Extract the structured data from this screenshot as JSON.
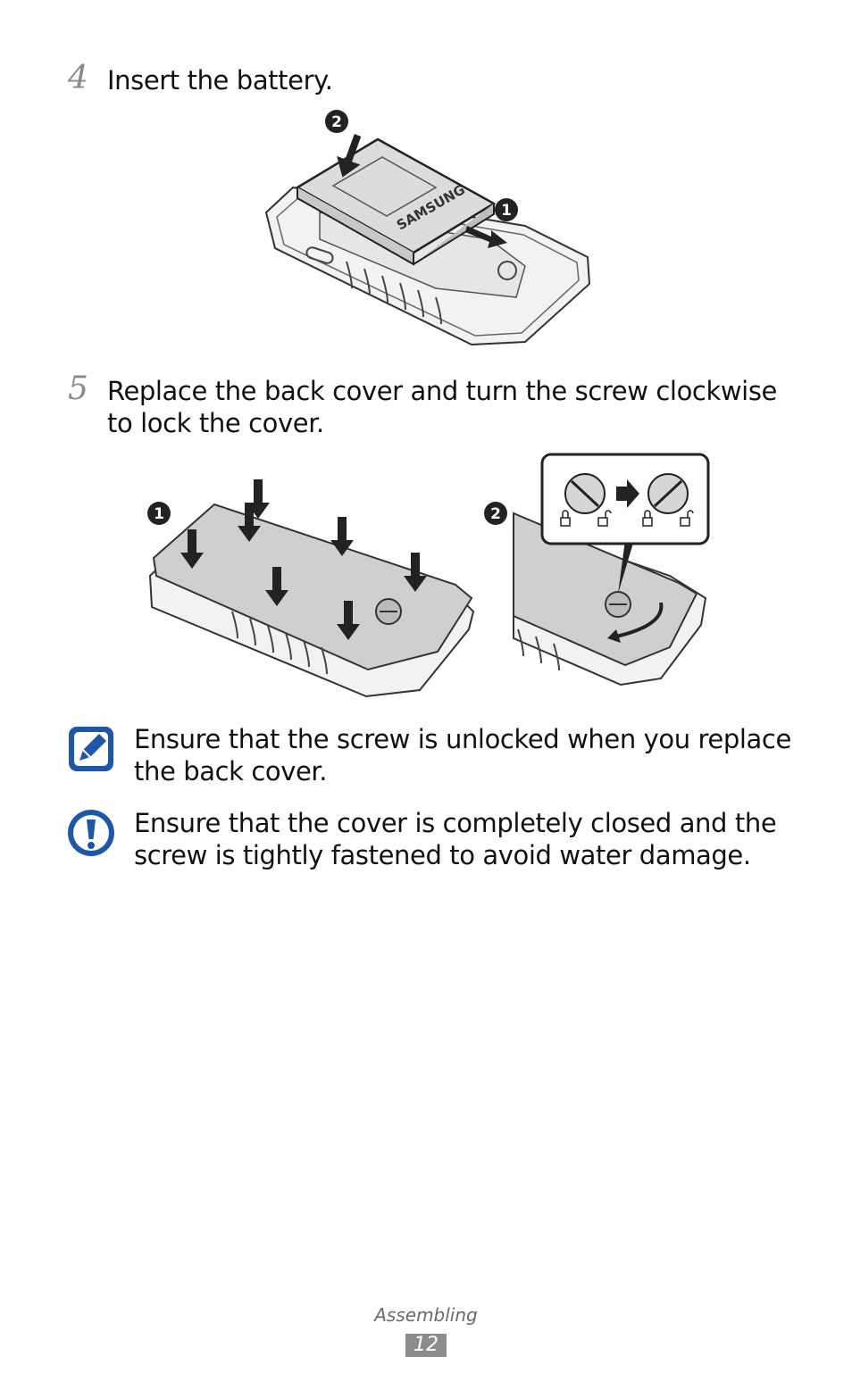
{
  "steps": [
    {
      "number": "4",
      "text": "Insert the battery."
    },
    {
      "number": "5",
      "text": "Replace the back cover and turn the screw clockwise to lock the cover."
    }
  ],
  "illustrations": {
    "battery": {
      "callouts": [
        "❶",
        "❷"
      ],
      "battery_brand": "SAMSUNG"
    },
    "cover": {
      "callouts": [
        "❶",
        "❷"
      ]
    }
  },
  "notes": [
    {
      "icon": "pencil-note-icon",
      "text": "Ensure that the screw is unlocked when you replace the back cover."
    },
    {
      "icon": "caution-exclamation-icon",
      "text": "Ensure that the cover is completely closed and the screw is tightly fastened to avoid water damage."
    }
  ],
  "footer": {
    "section": "Assembling",
    "page": "12"
  },
  "colors": {
    "icon_blue": "#1f57a8",
    "step_number_gray": "#8a8a8a",
    "page_box_gray": "#8c8c8c"
  }
}
